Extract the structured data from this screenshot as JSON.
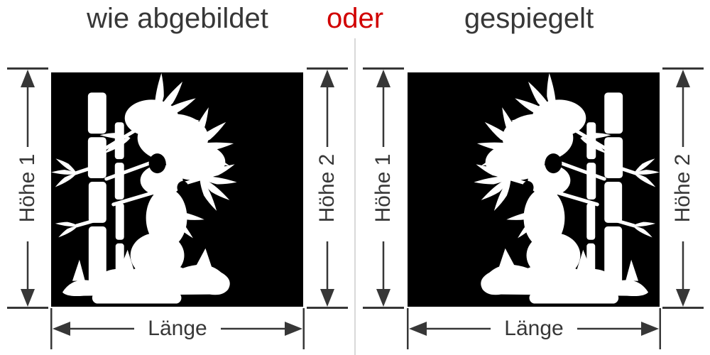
{
  "header": {
    "options": [
      "wie abgebildet",
      "gespiegelt"
    ],
    "connector": "oder"
  },
  "panels": [
    {
      "name": "wie abgebildet",
      "orientation": "original",
      "height1_label": "Höhe 1",
      "height2_label": "Höhe 2",
      "length_label": "Länge"
    },
    {
      "name": "gespiegelt",
      "orientation": "mirrored",
      "height1_label": "Höhe 1",
      "height2_label": "Höhe 2",
      "length_label": "Länge"
    }
  ],
  "graphic": {
    "motif": "bamboo-decal",
    "foreground": "#ffffff",
    "background": "#000000"
  },
  "colors": {
    "text": "#373737",
    "accent_red": "#d10000",
    "divider": "#d8d8d8",
    "page_background": "#ffffff"
  }
}
